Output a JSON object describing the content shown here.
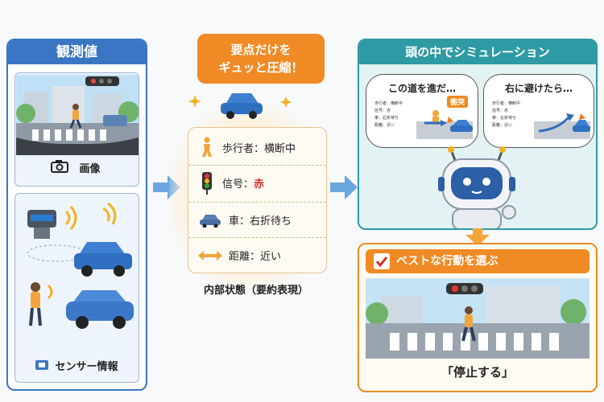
{
  "observation": {
    "title": "観測値",
    "image_caption": "画像",
    "sensor_caption": "センサー情報"
  },
  "summary": {
    "badge_line1": "要点だけを",
    "badge_line2": "ギュッと圧縮！",
    "rows": [
      {
        "label": "歩行者：横断中",
        "icon": "pedestrian-icon"
      },
      {
        "label": "信号：",
        "value": "赤",
        "icon": "traffic-light-icon"
      },
      {
        "label": "車：右折待ち",
        "icon": "car-icon"
      },
      {
        "label": "距離：近い",
        "icon": "distance-arrow-icon"
      }
    ],
    "caption": "内部状態（要約表現）"
  },
  "simulation": {
    "title": "頭の中でシミュレーション",
    "bubble_left": "この道を進だ…",
    "bubble_left_tag": "衝突",
    "bubble_right": "右に避けたら…",
    "mini_rows": [
      "歩行者：横断中",
      "信号：赤",
      "車：右折待ち",
      "距離：近い"
    ]
  },
  "decision": {
    "title": "ベストな行動を選ぶ",
    "action": "「停止する」"
  },
  "colors": {
    "blue": "#3b76c4",
    "orange": "#f08a24",
    "teal": "#2e9aa3",
    "red": "#d93025"
  }
}
